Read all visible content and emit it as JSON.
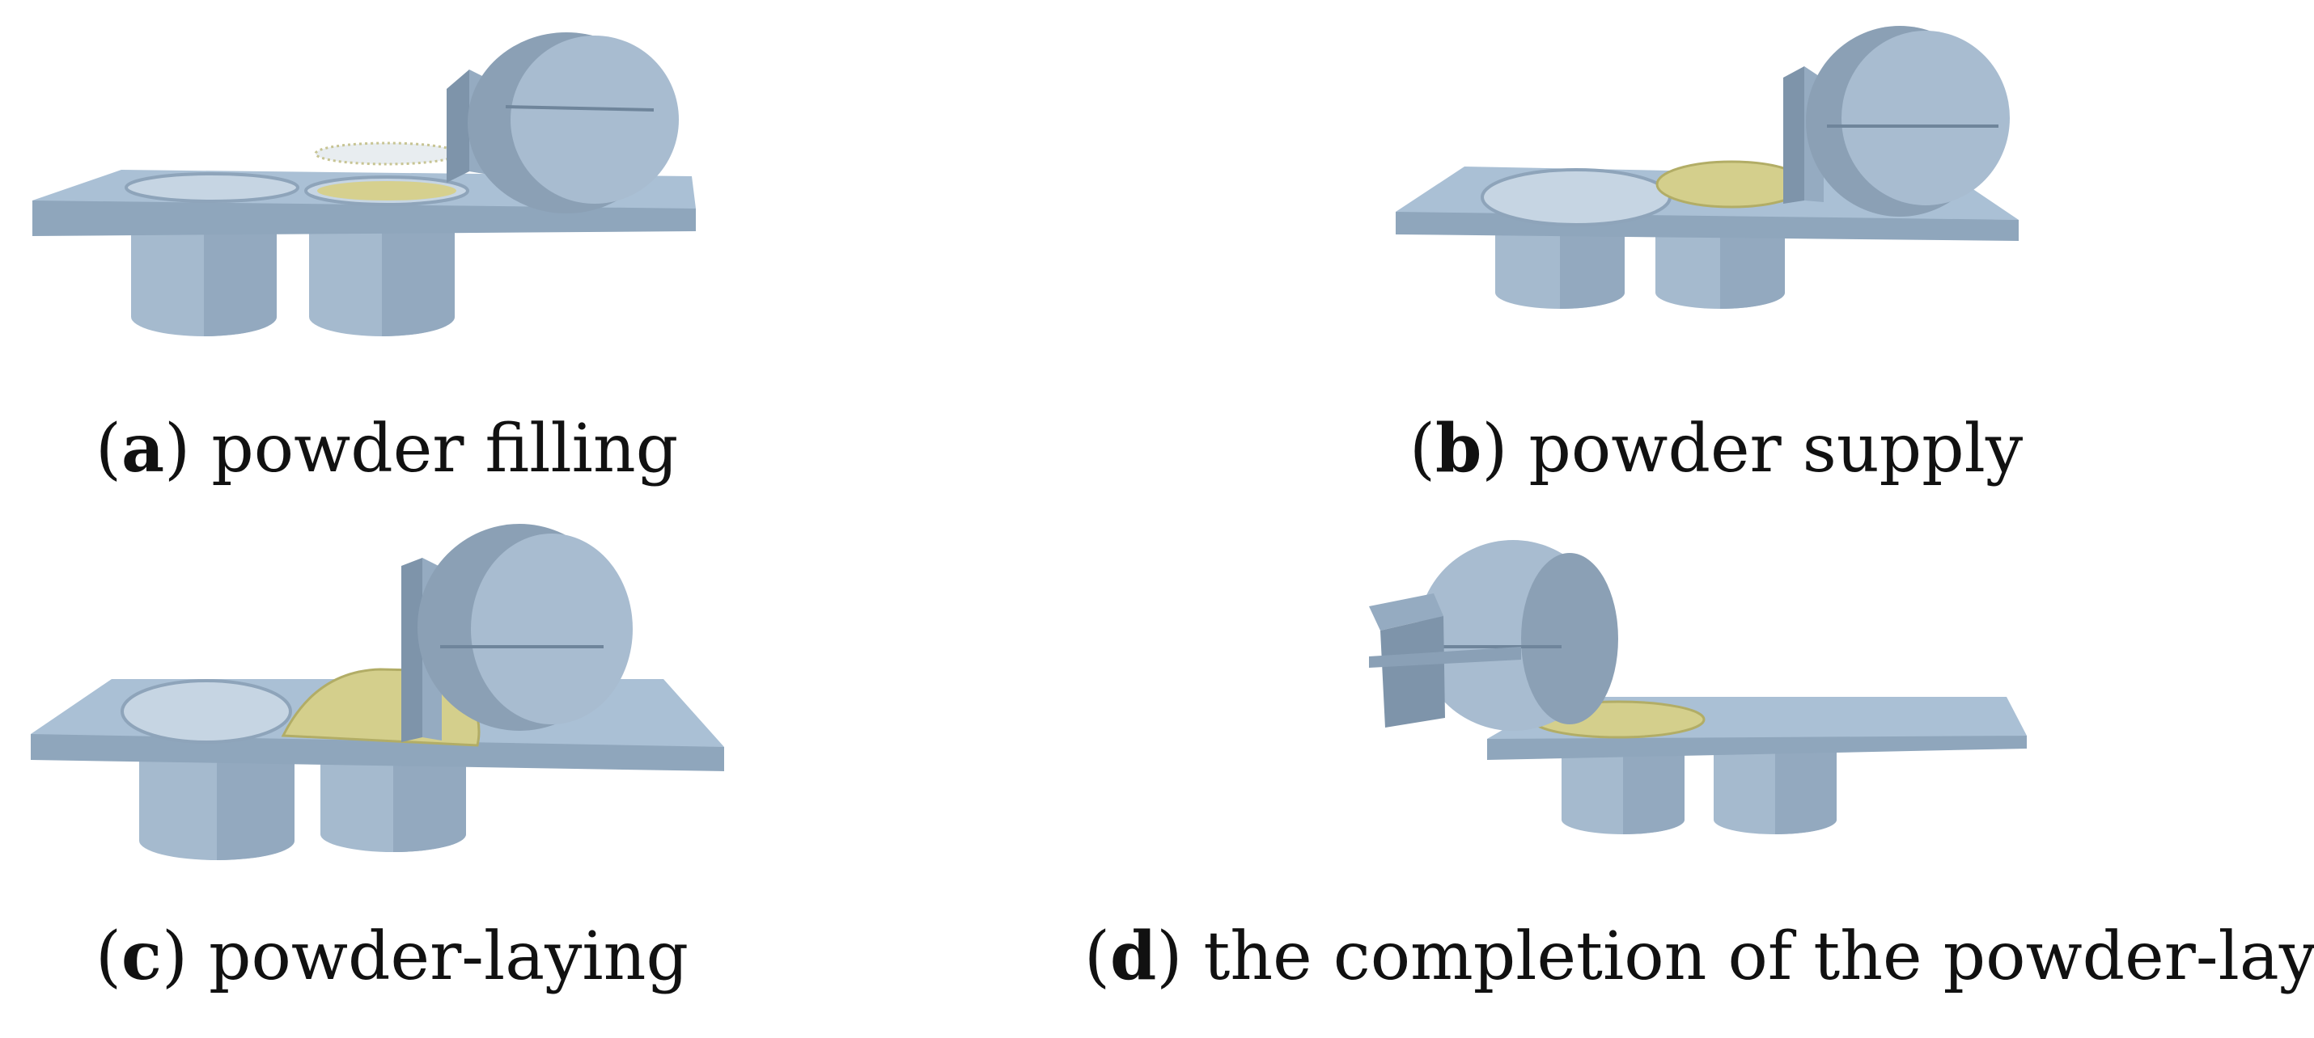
{
  "colors": {
    "plate_top": "#a9c0d6",
    "plate_front": "#94aac0",
    "cylinder_light": "#b3c8db",
    "cylinder_dark": "#8ea4ba",
    "hole_inner": "#c5d4e2",
    "roller_face": "#a7bbcf",
    "roller_side": "#8ba0b5",
    "scraper": "#7f95ab",
    "powder": "#d4cf8c",
    "powder_dark": "#a9a45c"
  },
  "panels": [
    {
      "id": "a",
      "letter": "a",
      "caption": "powder filling",
      "stage": "filling"
    },
    {
      "id": "b",
      "letter": "b",
      "caption": "powder supply",
      "stage": "supply"
    },
    {
      "id": "c",
      "letter": "c",
      "caption": "powder-laying",
      "stage": "laying"
    },
    {
      "id": "d",
      "letter": "d",
      "caption": "the completion of the powder-laying",
      "stage": "complete"
    }
  ]
}
